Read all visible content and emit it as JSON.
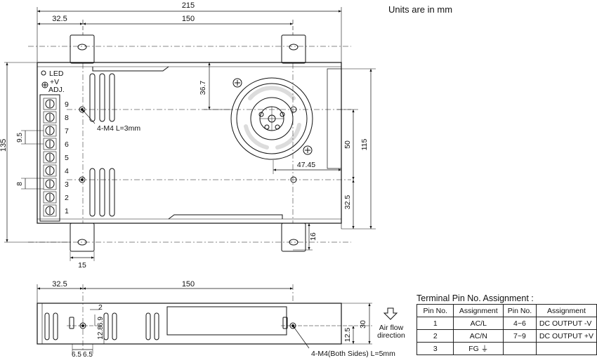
{
  "units_note": "Units are in mm",
  "top_view": {
    "dim_overall_width": "215",
    "dim_left_offset": "32.5",
    "dim_hole_spacing": "150",
    "dim_height": "135",
    "dim_fan_offset": "36.7",
    "dim_fan_h": "47.45",
    "dim_50": "50",
    "dim_115": "115",
    "dim_32_5_right": "32.5",
    "dim_16": "16",
    "dim_15": "15",
    "dim_pitch_9_5": "9.5",
    "dim_pitch_8": "8",
    "mount_note": "4-M4 L=3mm",
    "led_label": "LED",
    "adj_label_1": "+V",
    "adj_label_2": "ADJ.",
    "terminal_numbers": [
      "9",
      "8",
      "7",
      "6",
      "5",
      "4",
      "3",
      "2",
      "1"
    ]
  },
  "side_view": {
    "dim_left_offset": "32.5",
    "dim_hole_spacing": "150",
    "dim_2": "2",
    "dim_6_9": "6.9",
    "dim_12_8": "12.8",
    "dim_6_5_a": "6.5",
    "dim_6_5_b": "6.5",
    "dim_30": "30",
    "dim_12_5": "12.5",
    "mount_note": "4-M4(Both Sides) L=5mm",
    "airflow_line1": "Air flow",
    "airflow_line2": "direction"
  },
  "pin_table": {
    "title": "Terminal Pin No. Assignment :",
    "headers": [
      "Pin No.",
      "Assignment",
      "Pin No.",
      "Assignment"
    ],
    "rows": [
      [
        "1",
        "AC/L",
        "4~6",
        "DC OUTPUT -V"
      ],
      [
        "2",
        "AC/N",
        "7~9",
        "DC OUTPUT +V"
      ],
      [
        "3",
        "FG ⏚",
        "",
        ""
      ]
    ]
  }
}
